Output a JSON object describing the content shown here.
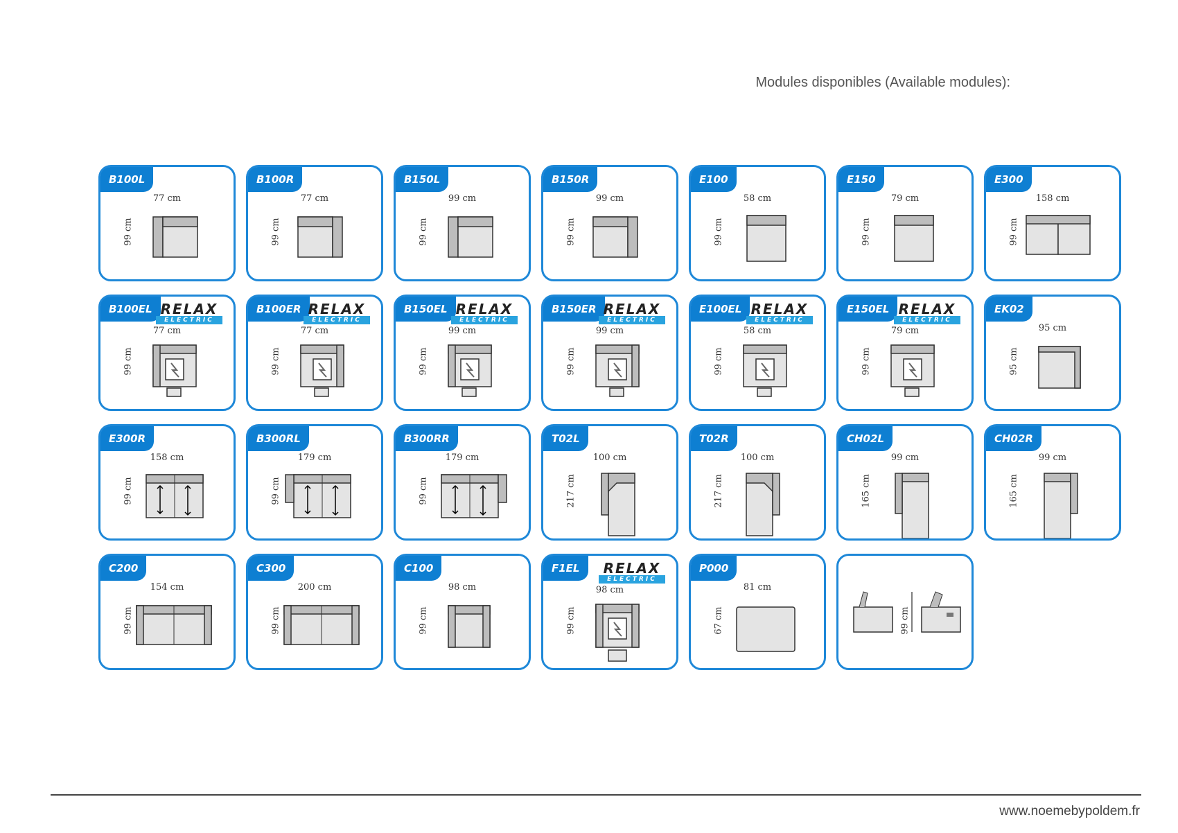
{
  "page_title": "Modules disponibles (Available modules):",
  "footer_url": "www.noemebypoldem.fr",
  "brand": {
    "word": "RELAX",
    "sub": "ELECTRIC",
    "accent": "#29a3df"
  },
  "colors": {
    "border": "#1e88d8",
    "tag": "#0e7fd2"
  },
  "modules": [
    {
      "code": "B100L",
      "width": "77 cm",
      "height": "99 cm",
      "shape": "arm-left",
      "relax": false
    },
    {
      "code": "B100R",
      "width": "77 cm",
      "height": "99 cm",
      "shape": "arm-right",
      "relax": false
    },
    {
      "code": "B150L",
      "width": "99 cm",
      "height": "99 cm",
      "shape": "arm-left",
      "relax": false
    },
    {
      "code": "B150R",
      "width": "99 cm",
      "height": "99 cm",
      "shape": "arm-right",
      "relax": false
    },
    {
      "code": "E100",
      "width": "58 cm",
      "height": "99 cm",
      "shape": "seat",
      "relax": false
    },
    {
      "code": "E150",
      "width": "79 cm",
      "height": "99 cm",
      "shape": "seat",
      "relax": false
    },
    {
      "code": "E300",
      "width": "158 cm",
      "height": "99 cm",
      "shape": "seat-double",
      "relax": false
    },
    {
      "code": "B100EL",
      "width": "77 cm",
      "height": "99 cm",
      "shape": "relax-left",
      "relax": true
    },
    {
      "code": "B100ER",
      "width": "77 cm",
      "height": "99 cm",
      "shape": "relax-right",
      "relax": true
    },
    {
      "code": "B150EL",
      "width": "99 cm",
      "height": "99 cm",
      "shape": "relax-left",
      "relax": true
    },
    {
      "code": "B150ER",
      "width": "99 cm",
      "height": "99 cm",
      "shape": "relax-right",
      "relax": true
    },
    {
      "code": "E100EL",
      "width": "58 cm",
      "height": "99 cm",
      "shape": "relax-seat",
      "relax": true
    },
    {
      "code": "E150EL",
      "width": "79 cm",
      "height": "99 cm",
      "shape": "relax-seat",
      "relax": true
    },
    {
      "code": "EK02",
      "width": "95 cm",
      "height": "95 cm",
      "shape": "corner",
      "relax": false
    },
    {
      "code": "E300R",
      "width": "158 cm",
      "height": "99 cm",
      "shape": "sofa-bed",
      "relax": false
    },
    {
      "code": "B300RL",
      "width": "179 cm",
      "height": "99 cm",
      "shape": "sofa-bed-left",
      "relax": false
    },
    {
      "code": "B300RR",
      "width": "179 cm",
      "height": "99 cm",
      "shape": "sofa-bed-right",
      "relax": false
    },
    {
      "code": "T02L",
      "width": "100 cm",
      "height": "217 cm",
      "shape": "chaise-left",
      "relax": false
    },
    {
      "code": "T02R",
      "width": "100 cm",
      "height": "217 cm",
      "shape": "chaise-right",
      "relax": false
    },
    {
      "code": "CH02L",
      "width": "99 cm",
      "height": "165 cm",
      "shape": "long-left",
      "relax": false
    },
    {
      "code": "CH02R",
      "width": "99 cm",
      "height": "165 cm",
      "shape": "long-right",
      "relax": false
    },
    {
      "code": "C200",
      "width": "154 cm",
      "height": "99 cm",
      "shape": "sofa2",
      "relax": false
    },
    {
      "code": "C300",
      "width": "200 cm",
      "height": "99 cm",
      "shape": "sofa2",
      "relax": false
    },
    {
      "code": "C100",
      "width": "98 cm",
      "height": "99 cm",
      "shape": "armchair",
      "relax": false
    },
    {
      "code": "F1EL",
      "width": "98 cm",
      "height": "99 cm",
      "shape": "relax-armchair",
      "relax": true
    },
    {
      "code": "P000",
      "width": "81 cm",
      "height": "67 cm",
      "shape": "pouf",
      "relax": false
    },
    {
      "code": "",
      "width": "",
      "height": "99 cm",
      "shape": "side-view",
      "relax": false
    }
  ]
}
